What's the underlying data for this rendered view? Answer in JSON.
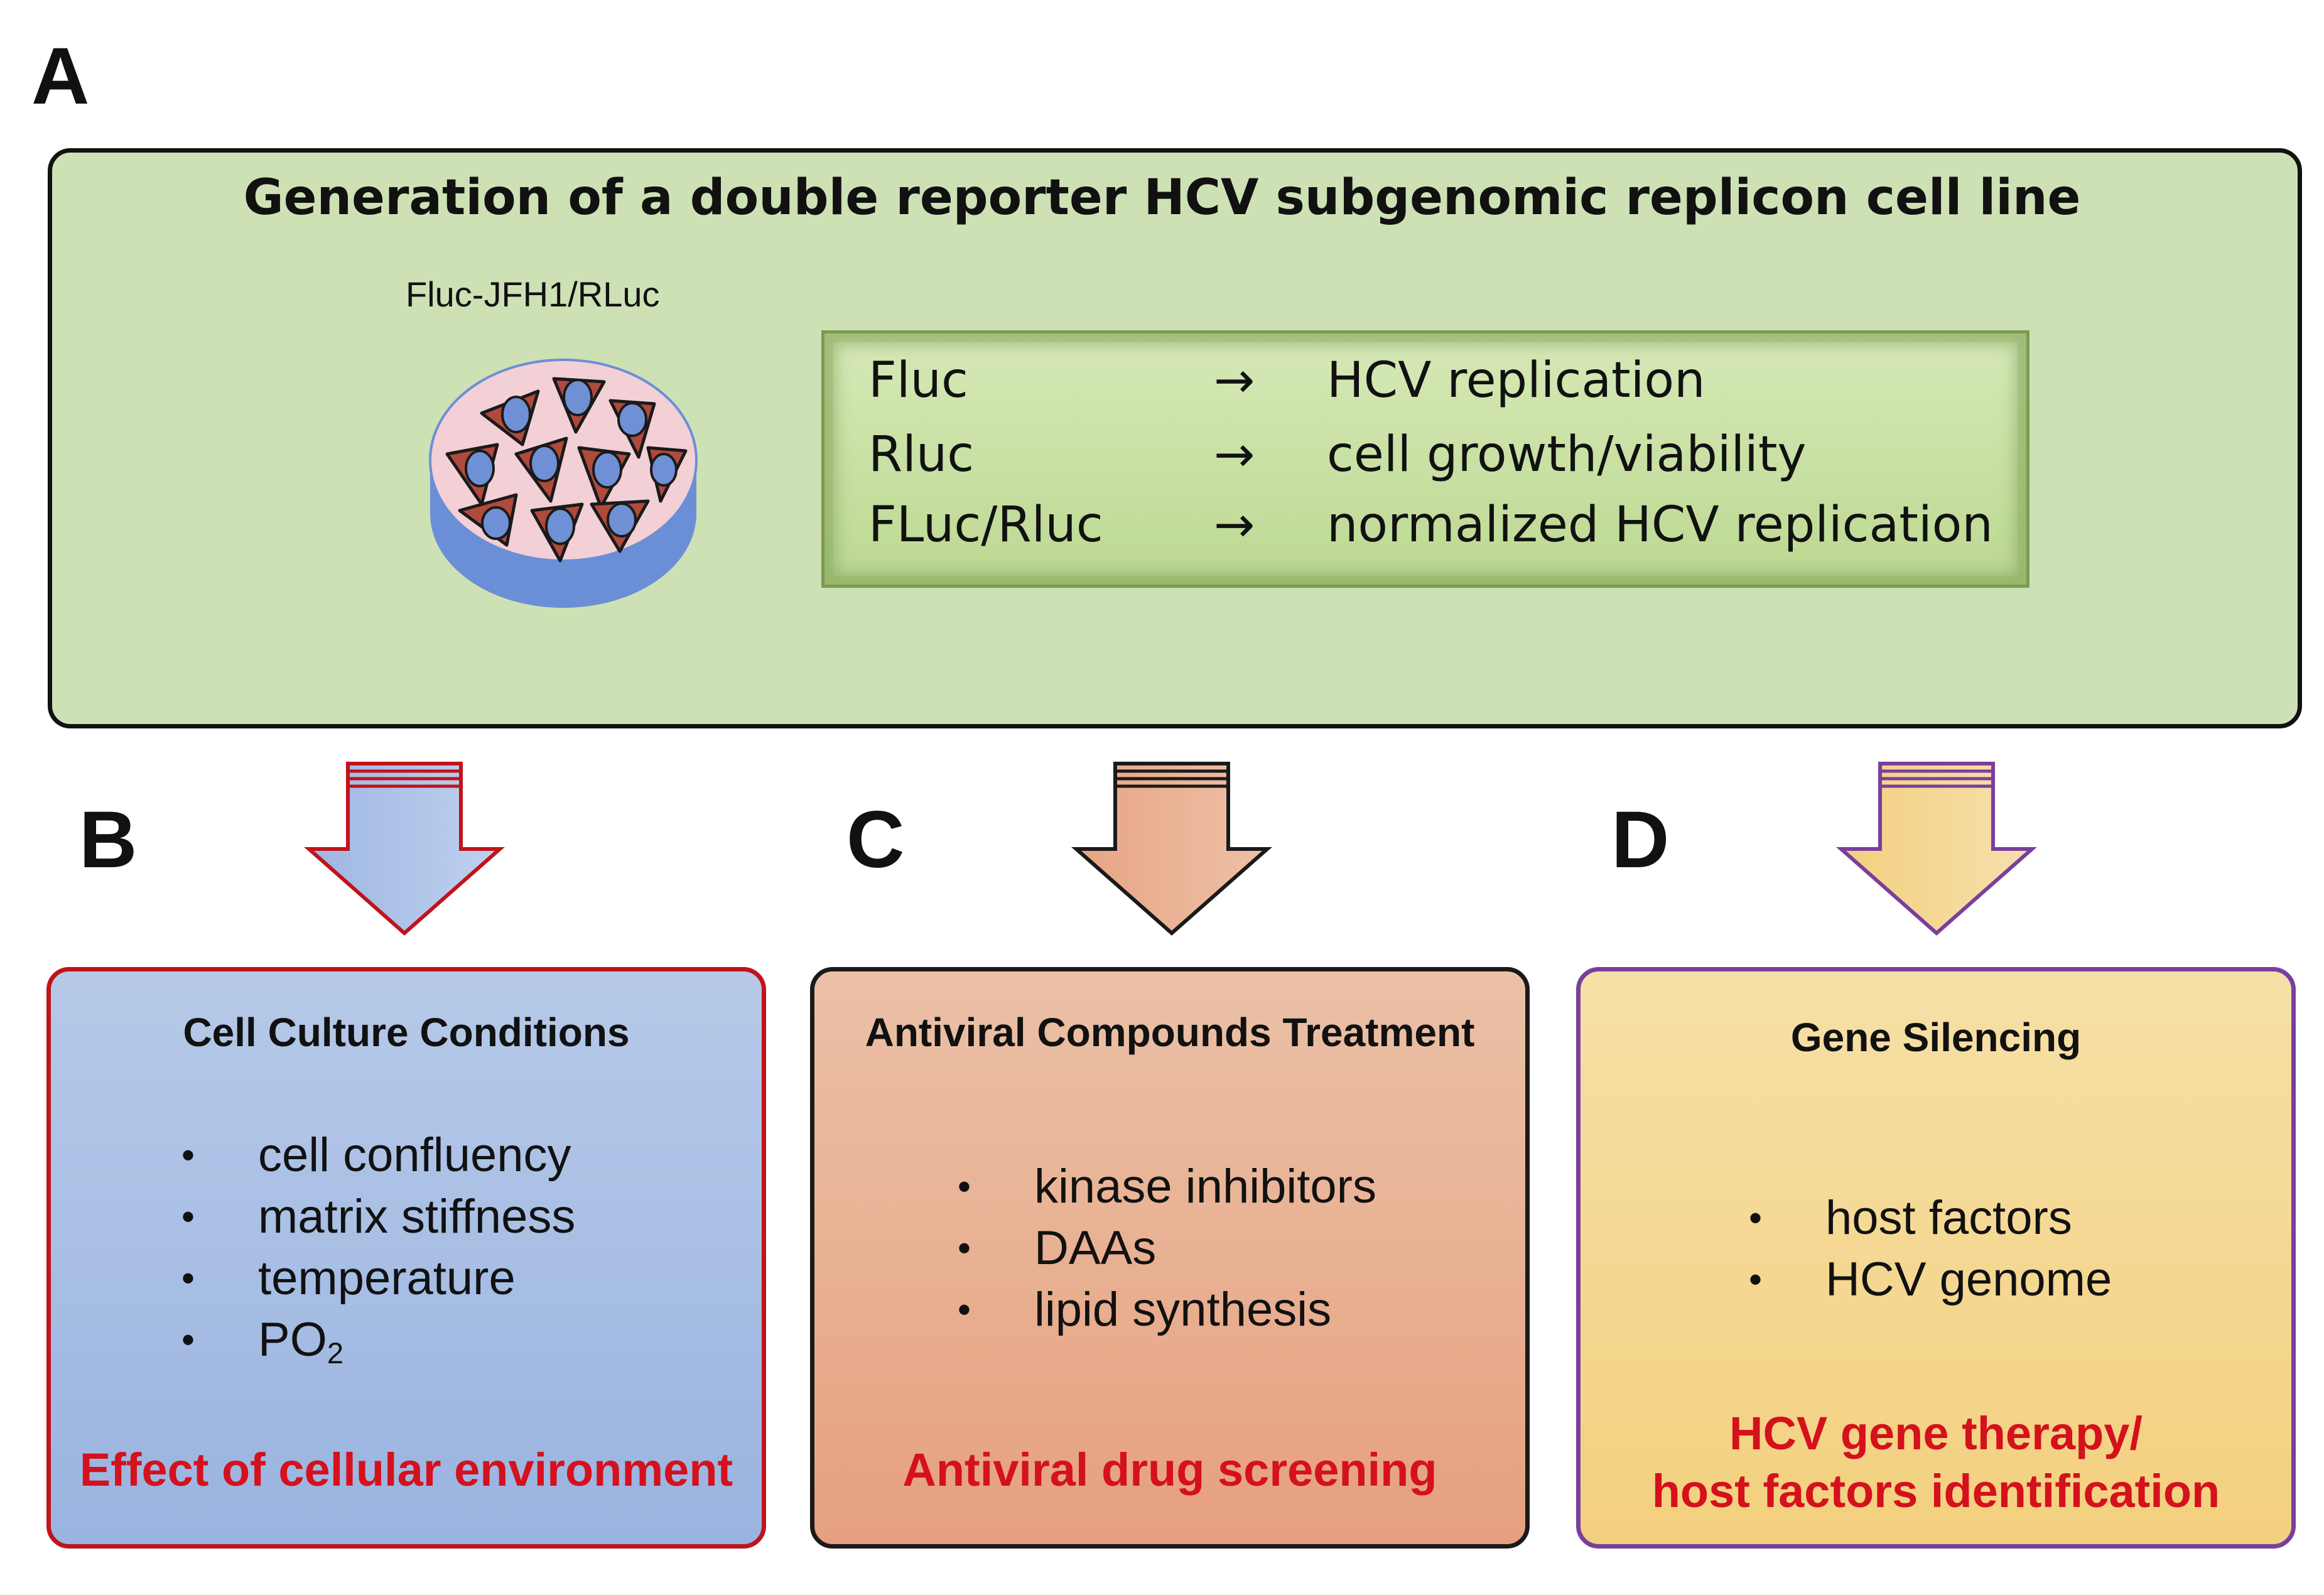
{
  "panel_letters": {
    "a": "A",
    "b": "B",
    "c": "C",
    "d": "D"
  },
  "panel_a": {
    "title": "Generation of a double reporter HCV subgenomic replicon cell line",
    "cell_line_label": "Fluc-JFH1/RLuc",
    "arrow_symbol": "→",
    "reporters": [
      {
        "name": "Fluc",
        "result": "HCV replication"
      },
      {
        "name": "Rluc",
        "result": "cell growth/viability"
      },
      {
        "name": "FLuc/Rluc",
        "result": "normalized HCV replication"
      }
    ]
  },
  "panel_b": {
    "title": "Cell Culture Conditions",
    "items": [
      "cell confluency",
      "matrix stiffness",
      "temperature",
      "PO"
    ],
    "po2_subscript": "2",
    "footer": "Effect of cellular environment",
    "border_color": "#c0131a",
    "arrow_fill": "#a9bfe3"
  },
  "panel_c": {
    "title": "Antiviral Compounds Treatment",
    "items": [
      "kinase inhibitors",
      "DAAs",
      "lipid synthesis"
    ],
    "footer": "Antiviral drug screening",
    "border_color": "#1a1a1a",
    "arrow_fill": "#e8ae90"
  },
  "panel_d": {
    "title": "Gene Silencing",
    "items": [
      "host factors",
      "HCV genome"
    ],
    "footer_line1": "HCV gene therapy/",
    "footer_line2": "host factors identification",
    "border_color": "#7a3e9e",
    "arrow_fill": "#f4d68c"
  }
}
